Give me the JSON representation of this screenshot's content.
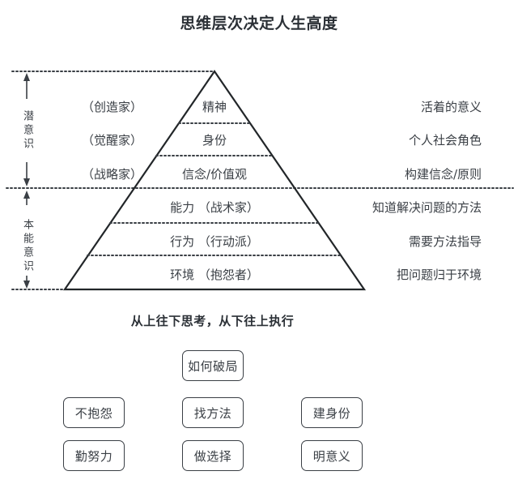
{
  "title": "思维层次决定人生高度",
  "subtitle": "从上往下思考，从下往上执行",
  "brackets": [
    {
      "id": "subconscious",
      "label": "潜意识"
    },
    {
      "id": "instinct",
      "label": "本能意识"
    }
  ],
  "pyramid": {
    "levels": [
      {
        "role": "（创造家）",
        "name": "精神",
        "desc": "活着的意义"
      },
      {
        "role": "（觉醒家）",
        "name": "身份",
        "desc": "个人社会角色"
      },
      {
        "role": "（战略家）",
        "name": "信念/价值观",
        "desc": "构建信念/原则"
      },
      {
        "role": "",
        "name": "能力  （战术家）",
        "desc": "知道解决问题的方法"
      },
      {
        "role": "",
        "name": "行为  （行动派）",
        "desc": "需要方法指导"
      },
      {
        "role": "",
        "name": "环境  （抱怨者）",
        "desc": "把问题归于环境"
      }
    ]
  },
  "action_boxes": {
    "top": {
      "label": "如何破局"
    },
    "row1": [
      {
        "label": "不抱怨"
      },
      {
        "label": "找方法"
      },
      {
        "label": "建身份"
      }
    ],
    "row2": [
      {
        "label": "勤努力"
      },
      {
        "label": "做选择"
      },
      {
        "label": "明意义"
      }
    ]
  },
  "colors": {
    "ink": "#3a3f45",
    "title_ink": "#2b3036",
    "background": "#ffffff"
  }
}
